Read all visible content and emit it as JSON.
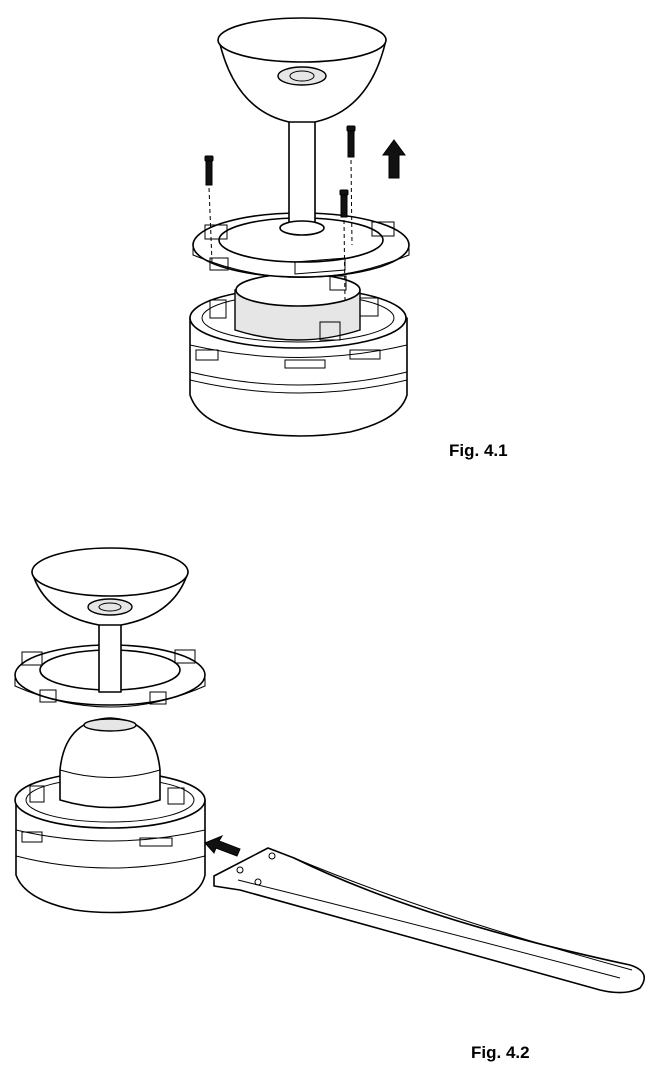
{
  "figures": [
    {
      "id": "fig-4-1",
      "label": "Fig. 4.1"
    },
    {
      "id": "fig-4-2",
      "label": "Fig. 4.2"
    }
  ],
  "colors": {
    "line": "#000000",
    "background": "#ffffff",
    "shade": "#e6e6e6"
  }
}
